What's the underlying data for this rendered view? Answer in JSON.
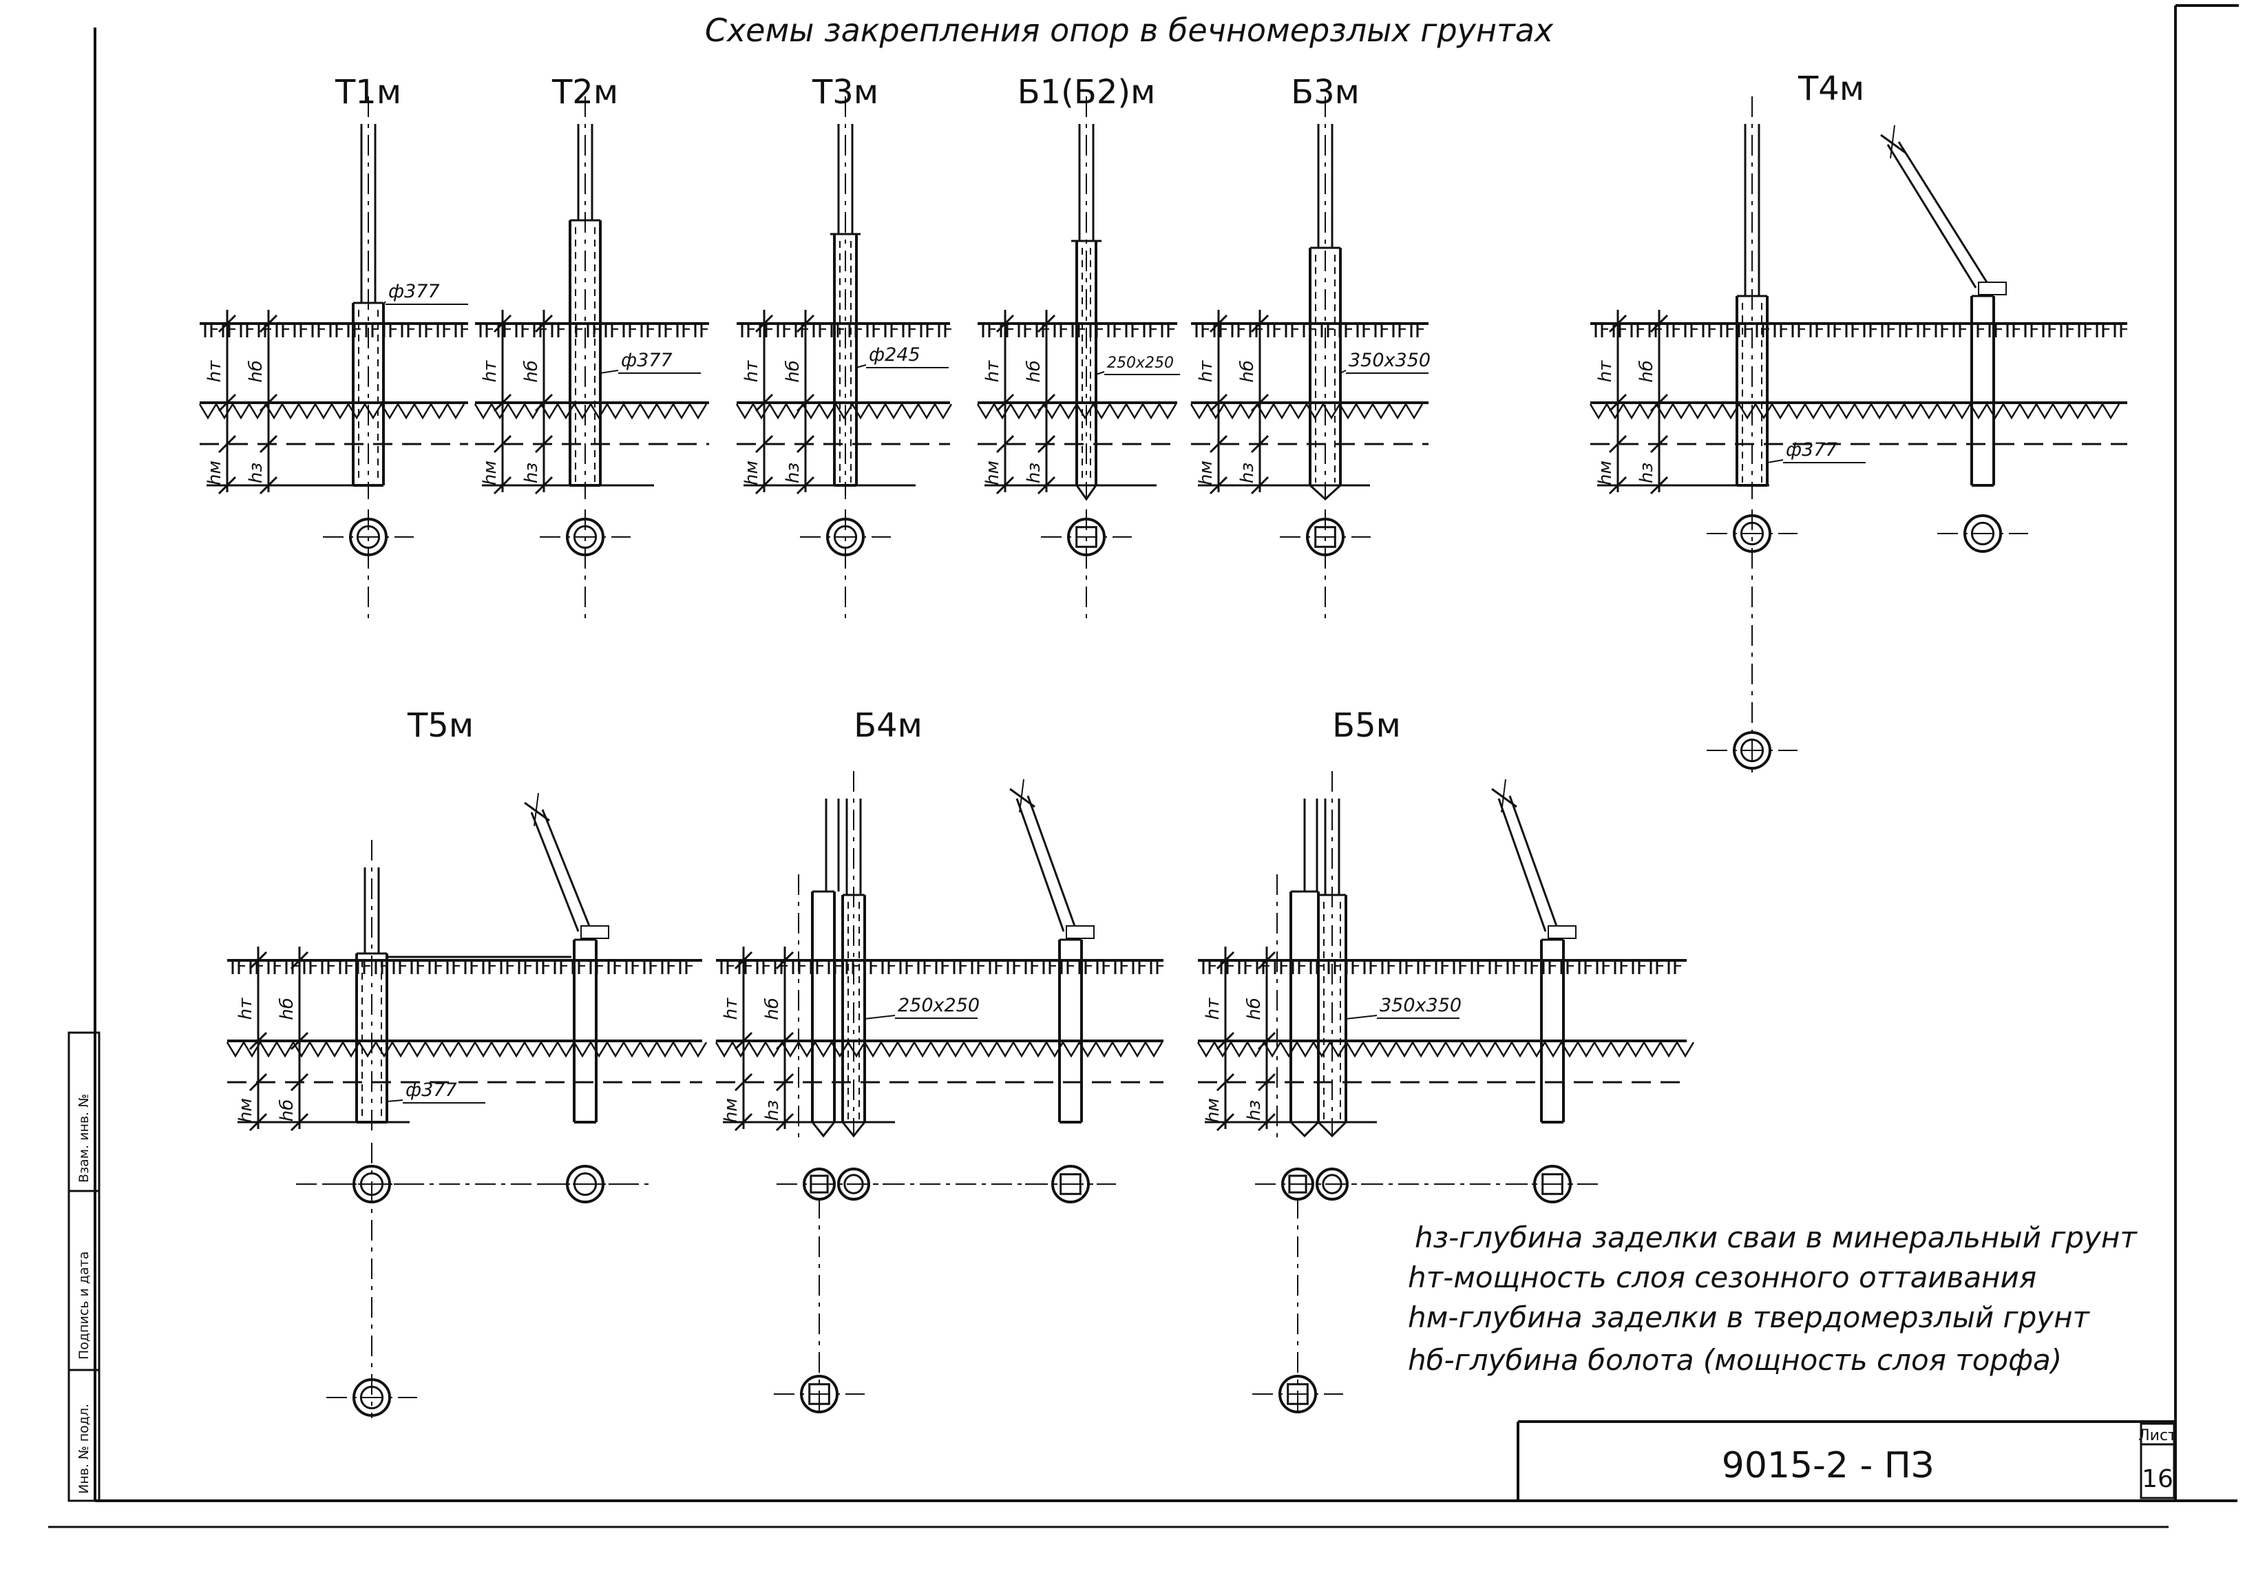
{
  "title": "Схемы закрепления опор в бечномерзлых грунтах",
  "supports": [
    {
      "id": "T1m",
      "label": "Т1м",
      "dim": "ф377"
    },
    {
      "id": "T2m",
      "label": "Т2м",
      "dim": "ф377"
    },
    {
      "id": "T3m",
      "label": "Т3м",
      "dim": "ф245"
    },
    {
      "id": "B1B2m",
      "label": "Б1(Б2)м",
      "dim": "250x250"
    },
    {
      "id": "B3m",
      "label": "Б3м",
      "dim": "350x350"
    },
    {
      "id": "T4m",
      "label": "Т4м",
      "dim": "ф377"
    },
    {
      "id": "T5m",
      "label": "Т5м",
      "dim": "ф377"
    },
    {
      "id": "B4m",
      "label": "Б4м",
      "dim": "250x250"
    },
    {
      "id": "B5m",
      "label": "Б5м",
      "dim": "350x350"
    }
  ],
  "depth_labels": {
    "ht": "hт",
    "hb": "hб",
    "hm": "hм",
    "hz": "hз"
  },
  "legend": [
    "hз-глубина заделки сваи в минеральный грунт",
    "hт-мощность слоя сезонного оттаивания",
    "hм-глубина заделки в твердомерзлый грунт",
    "hб-глубина болота (мощность слоя торфа)"
  ],
  "title_block": {
    "code": "9015-2 - ПЗ",
    "sheet_label": "Лист",
    "sheet_number": "16"
  },
  "side_stamp": [
    "Инв. № подл.",
    "Подпись и дата",
    "Взам. инв. №"
  ]
}
